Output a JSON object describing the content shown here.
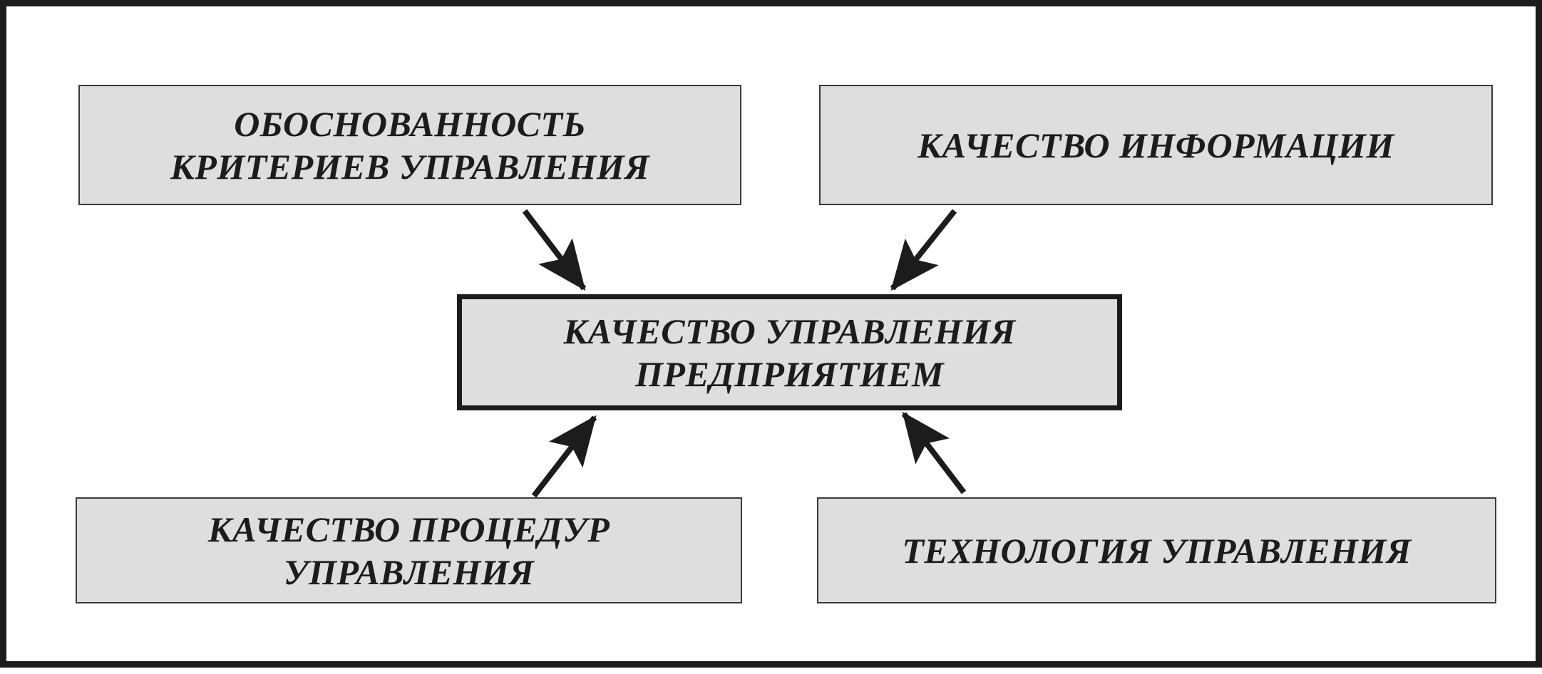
{
  "diagram": {
    "top_left": {
      "lines": [
        "ОБОСНОВАННОСТЬ",
        "КРИТЕРИЕВ УПРАВЛЕНИЯ"
      ]
    },
    "top_right": {
      "lines": [
        "КАЧЕСТВО ИНФОРМАЦИИ"
      ]
    },
    "center": {
      "lines": [
        "КАЧЕСТВО УПРАВЛЕНИЯ",
        "ПРЕДПРИЯТИЕМ"
      ]
    },
    "bottom_left": {
      "lines": [
        "КАЧЕСТВО ПРОЦЕДУР",
        "УПРАВЛЕНИЯ"
      ]
    },
    "bottom_right": {
      "lines": [
        "ТЕХНОЛОГИЯ УПРАВЛЕНИЯ"
      ]
    }
  },
  "colors": {
    "box_fill": "#dedede",
    "ink": "#1c1c1c"
  }
}
